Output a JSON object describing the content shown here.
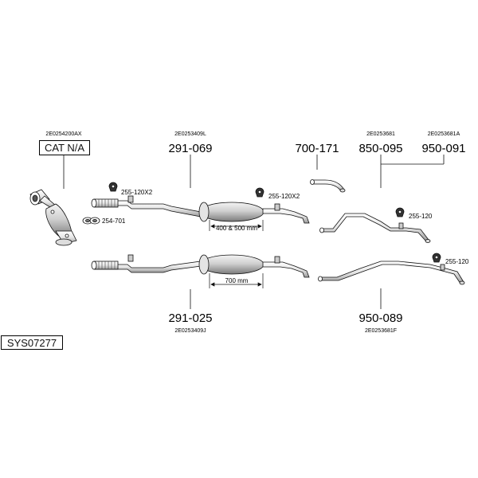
{
  "system_code": "SYS07277",
  "cat_label": "CAT N/A",
  "groups": {
    "catalyst": {
      "oem": "2E0254200AX",
      "clamp": "254-701"
    },
    "rear_upper": {
      "oem": "2E0253409L",
      "part": "291-069",
      "hanger_front": "255-120X2",
      "hanger_rear": "255-120X2",
      "dimension": "400 & 500 mm"
    },
    "rear_lower": {
      "oem": "2E0253409J",
      "part": "291-025",
      "dimension": "700 mm"
    },
    "tailpipe_short": {
      "part": "700-171"
    },
    "tailpipe_a": {
      "oem": "2E0253681",
      "part": "850-095",
      "hanger": "255-120"
    },
    "tailpipe_b": {
      "oem": "2E0253681A",
      "part": "950-091"
    },
    "tailpipe_c": {
      "oem": "2E0253681F",
      "part": "950-089",
      "hanger": "255-120"
    }
  },
  "colors": {
    "line": "#111111",
    "pipe_fill": "#ffffff",
    "shade": "#d8d8d8"
  }
}
